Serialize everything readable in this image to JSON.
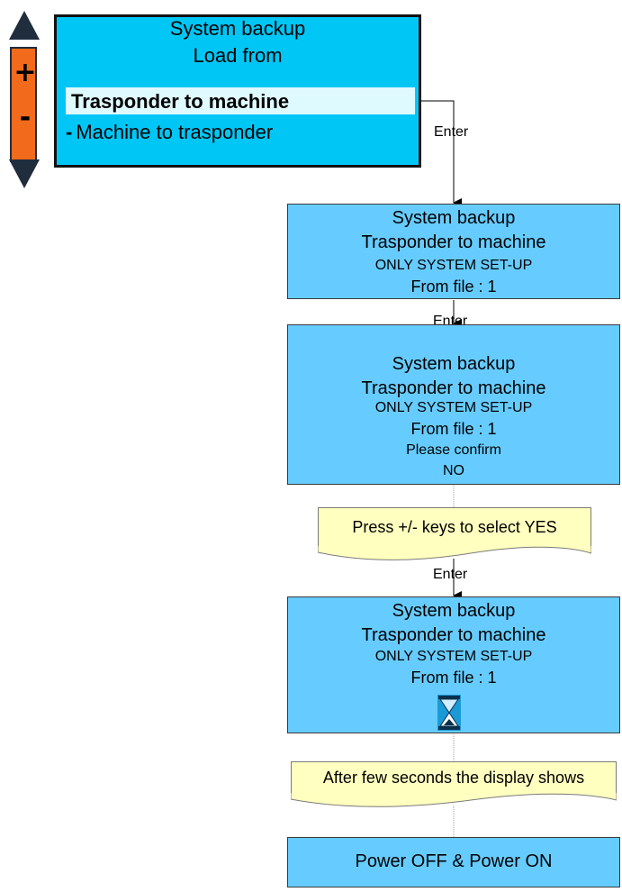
{
  "keypad": {
    "plus_label": "+",
    "minus_label": "-"
  },
  "main_screen": {
    "line1": "System backup",
    "line2": "Load from",
    "selected_option": "Trasponder to machine",
    "other_option_marker": "-",
    "other_option": "Machine to trasponder"
  },
  "connector_labels": {
    "enter1": "Enter",
    "enter2": "Enter",
    "enter3": "Enter"
  },
  "screen1": {
    "line1": "System backup",
    "line2": "Trasponder to machine",
    "line3": "ONLY SYSTEM SET-UP",
    "line4": "From file : 1"
  },
  "screen2": {
    "line1": "System backup",
    "line2": "Trasponder to machine",
    "line3": "ONLY SYSTEM SET-UP",
    "line4": "From file : 1",
    "line5": "Please confirm",
    "line6": "NO"
  },
  "note1": {
    "text": "Press +/- keys to select YES"
  },
  "screen3": {
    "line1": "System backup",
    "line2": "Trasponder to machine",
    "line3": "ONLY SYSTEM SET-UP",
    "line4": "From file : 1",
    "icon": "hourglass-icon"
  },
  "note2": {
    "text": "After few seconds the display shows"
  },
  "screen4": {
    "line1": "Power OFF & Power ON"
  },
  "colors": {
    "main_screen_bg": "#00c6f5",
    "screen_bg": "#66ccff",
    "note_bg": "#ffffc0",
    "keypad_orange": "#f26a1b",
    "selection_bg": "#dffaff"
  }
}
